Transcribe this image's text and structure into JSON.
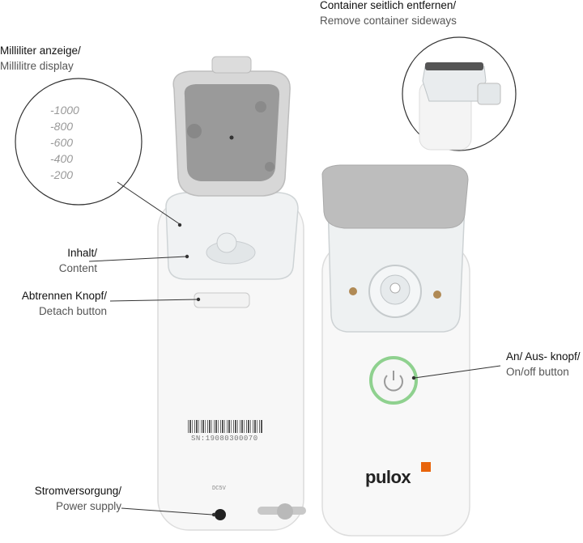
{
  "labels": {
    "container": {
      "de": "Container seitlich entfernen/",
      "en": "Remove container sideways"
    },
    "milliliter": {
      "de": "Milliliter anzeige/",
      "en": "Millilitre display"
    },
    "content": {
      "de": "Inhalt/",
      "en": "Content"
    },
    "detach": {
      "de": "Abtrennen Knopf/",
      "en": "Detach button"
    },
    "onoff": {
      "de": "An/ Aus- knopf/",
      "en": "On/off button"
    },
    "power": {
      "de": "Stromversorgung/",
      "en": "Power supply"
    }
  },
  "scale": [
    "-1000",
    "-800",
    "-600",
    "-400",
    "-200"
  ],
  "device": {
    "brand": "pulox",
    "serial": "SN:19080300070",
    "dc_label": "DC5V"
  },
  "colors": {
    "power_ring": "#8fd18f",
    "brand_accent": "#e8640c"
  }
}
